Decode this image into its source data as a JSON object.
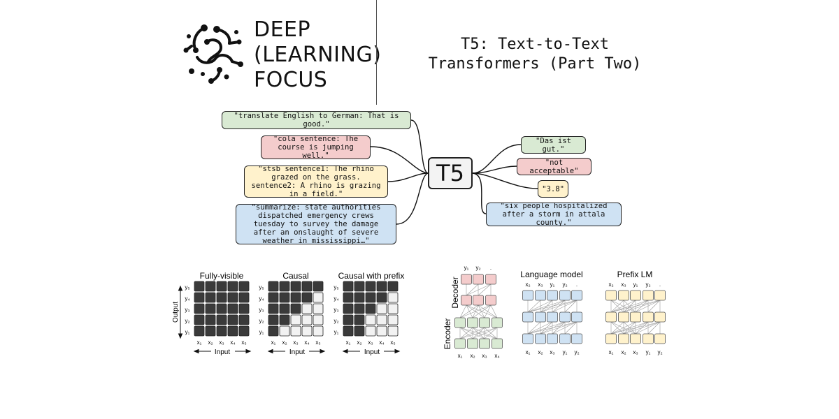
{
  "logo": {
    "icon": "neural-network-logo-icon",
    "lines": [
      "DEEP",
      "(LEARNING)",
      "FOCUS"
    ]
  },
  "title": {
    "line1": "T5: Text-to-Text",
    "line2": "Transformers (Part Two)"
  },
  "mindmap": {
    "center": "T5",
    "inputs": [
      "\"translate English to German: That is good.\"",
      "\"cola sentence: The course is jumping well.\"",
      "\"stsb sentence1: The rhino grazed on the grass. sentence2: A rhino is grazing in a field.\"",
      "\"summarize: state authorities dispatched emergency crews tuesday to survey the damage after an onslaught of severe weather in mississippi…\""
    ],
    "outputs": [
      "\"Das ist gut.\"",
      "\"not acceptable\"",
      "\"3.8\"",
      "\"six people hospitalized after a storm in attala county.\""
    ]
  },
  "masks": {
    "titles": [
      "Fully-visible",
      "Causal",
      "Causal with prefix"
    ],
    "row_labels": [
      "y₅",
      "y₄",
      "y₃",
      "y₂",
      "y₁"
    ],
    "col_labels": [
      "x₁",
      "x₂",
      "x₃",
      "x₄",
      "x₅"
    ],
    "axis_output": "Output",
    "axis_input": "Input"
  },
  "architectures": {
    "titles": [
      "Language model",
      "Prefix LM"
    ],
    "decoder_label": "Decoder",
    "encoder_label": "Encoder",
    "encdec_top": [
      "y₁",
      "y₂",
      "."
    ],
    "encdec_bottom": [
      "x₁",
      "x₂",
      "x₃",
      "x₄"
    ],
    "lm_top": [
      "x₂",
      "x₃",
      "y₁",
      "y₂",
      "."
    ],
    "lm_bottom": [
      "x₁",
      "x₂",
      "x₃",
      "y₁",
      "y₂"
    ],
    "plm_top": [
      "x₂",
      "x₃",
      "y₁",
      "y₂",
      "."
    ],
    "plm_bottom": [
      "x₁",
      "x₂",
      "x₃",
      "y₁",
      "y₂"
    ]
  },
  "colors": {
    "dark_cell": "#3a3a3a",
    "light_cell": "#f2f2f2",
    "green": "#d9ead3",
    "red": "#f4cccc",
    "yellow": "#fff2cc",
    "blue": "#cfe2f3"
  }
}
